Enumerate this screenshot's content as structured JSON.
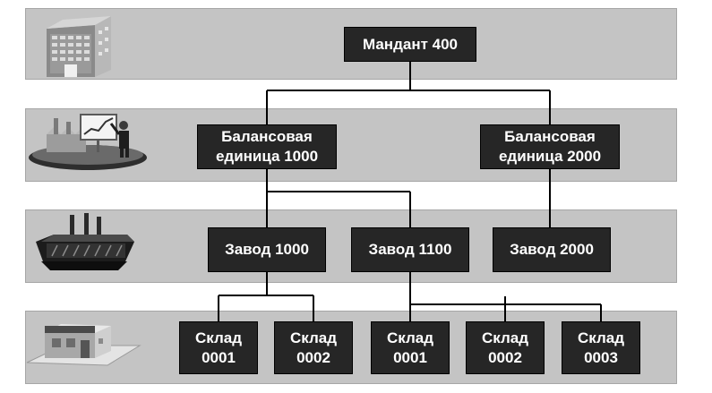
{
  "levels": [
    {
      "icon": "office-building-icon"
    },
    {
      "icon": "factory-with-manager-icon"
    },
    {
      "icon": "industrial-plant-icon"
    },
    {
      "icon": "warehouse-icon"
    }
  ],
  "nodes": {
    "client": "Мандант 400",
    "company_code_1000": "Балансовая\nединица 1000",
    "company_code_2000": "Балансовая\nединица 2000",
    "plant_1000": "Завод 1000",
    "plant_1100": "Завод 1100",
    "plant_2000": "Завод 2000",
    "storage_1000_0001": "Склад\n0001",
    "storage_1000_0002": "Склад\n0002",
    "storage_1100_0001": "Склад\n0001",
    "storage_1100_0002": "Склад\n0002",
    "storage_1100_0003": "Склад\n0003"
  },
  "colors": {
    "band": "#c4c4c4",
    "node": "#262626",
    "node_text": "#ffffff",
    "line": "#000000"
  }
}
